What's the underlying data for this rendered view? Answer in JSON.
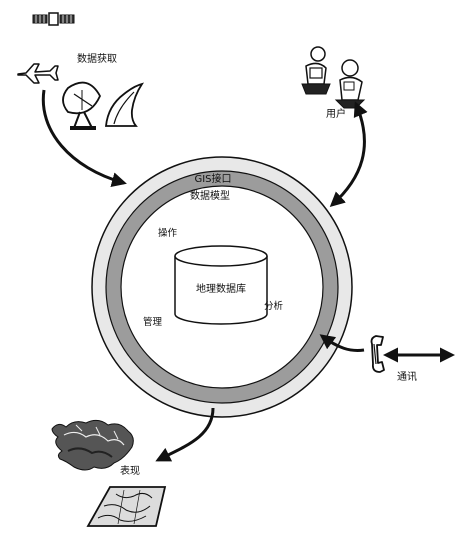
{
  "labels": {
    "acquisition": "数据获取",
    "users": "用户",
    "gis_interface": "GIS接口",
    "data_model": "数据模型",
    "operate": "操作",
    "analyze": "分析",
    "manage": "管理",
    "database": "地理数据库",
    "communication": "通讯",
    "presentation": "表现"
  },
  "colors": {
    "outer_ring": "#e8e8e8",
    "middle_ring": "#9c9c9c",
    "inner_disc": "#ffffff",
    "stroke": "#111111"
  },
  "icons": [
    "satellite-icon",
    "airplane-icon",
    "satellite-dish-icon",
    "road-map-icon",
    "users-people-icon",
    "telephone-icon",
    "relief-map-icon",
    "printed-map-icon"
  ]
}
